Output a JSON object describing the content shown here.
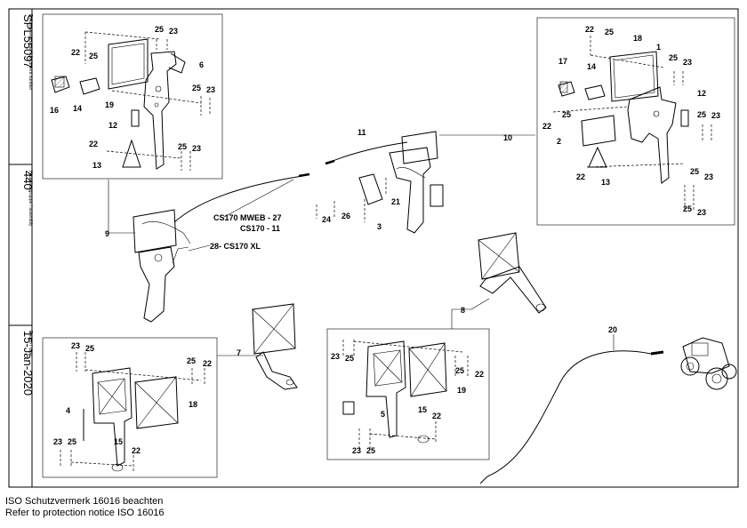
{
  "sidebar": {
    "document_number": "SPL55097",
    "document_number_label": "Dokumentnummer / document number",
    "assembly": "440",
    "assembly_label": "Hauptbaugruppe / assembly",
    "date": "15-Jan-2020",
    "date_label": "Datum / date"
  },
  "model_labels": {
    "mweb": "CS170 MWEB - 27",
    "cs170": "CS170 - 11",
    "xl": "28- CS170 XL"
  },
  "callouts": {
    "top_left": [
      "25",
      "23",
      "22",
      "25",
      "6",
      "25",
      "23",
      "16",
      "14",
      "19",
      "12",
      "22",
      "25",
      "23",
      "13"
    ],
    "top_right": [
      "22",
      "25",
      "18",
      "1",
      "25",
      "23",
      "17",
      "14",
      "12",
      "25",
      "22",
      "25",
      "23",
      "2",
      "22",
      "13",
      "25",
      "23",
      "25",
      "23"
    ],
    "center": [
      "11",
      "10",
      "21",
      "24",
      "26",
      "3",
      "9",
      "8",
      "7",
      "20"
    ],
    "bottom_left": [
      "23",
      "25",
      "25",
      "22",
      "4",
      "18",
      "23",
      "25",
      "15",
      "22"
    ],
    "bottom_center": [
      "23",
      "25",
      "25",
      "22",
      "19",
      "5",
      "15",
      "22",
      "23",
      "25"
    ]
  },
  "footer": {
    "de": "ISO Schutzvermerk 16016 beachten",
    "en": "Refer to protection notice ISO 16016"
  }
}
